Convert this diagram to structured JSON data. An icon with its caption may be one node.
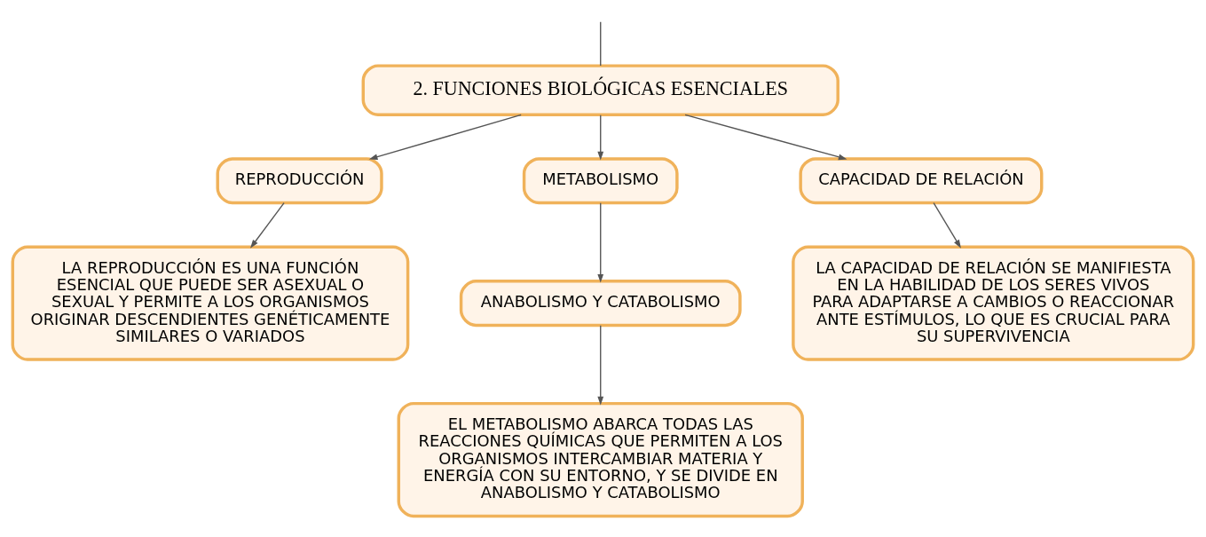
{
  "diagram": {
    "nodes": [
      {
        "text": [
          "2. FUNCIONES BIOLÓGICAS ESENCIALES"
        ]
      },
      {
        "text": [
          "REPRODUCCIÓN"
        ]
      },
      {
        "text": [
          "METABOLISMO"
        ]
      },
      {
        "text": [
          "CAPACIDAD DE RELACIÓN"
        ]
      },
      {
        "text": [
          "LA REPRODUCCIÓN ES UNA FUNCIÓN ESENCIAL QUE PUEDE SER ASEXUAL O SEXUAL Y PERMITE A LOS ORGANISMOS ORIGINAR DESCENDIENTES GENÉTICAMENTE SIMILARES O VARIADOS"
        ]
      },
      {
        "text": [
          "ANABOLISMO Y CATABOLISMO"
        ]
      },
      {
        "text": [
          "EL METABOLISMO ABARCA TODAS LAS REACCIONES QUÍMICAS QUE PERMITEN A LOS ORGANISMOS INTERCAMBIAR MATERIA Y ENERGÍA CON SU ENTORNO, Y SE DIVIDE EN ANABOLISMO Y CATABOLISMO"
        ]
      },
      {
        "text": [
          "LA CAPACIDAD DE RELACIÓN SE MANIFIESTA EN LA HABILIDAD DE LOS SERES VIVOS PARA ADAPTARSE A CAMBIOS O REACCIONAR ANTE ESTÍMULOS, LO QUE ES CRUCIAL PARA SU SUPERVIVENCIA"
        ]
      }
    ],
    "edges": [
      {
        "from": null,
        "to": 0,
        "arrow": "none"
      },
      {
        "from": 0,
        "to": 1,
        "arrow": "to"
      },
      {
        "from": 0,
        "to": 2,
        "arrow": "to"
      },
      {
        "from": 0,
        "to": 3,
        "arrow": "to"
      },
      {
        "from": 1,
        "to": 4,
        "arrow": "to"
      },
      {
        "from": 2,
        "to": 5,
        "arrow": "to"
      },
      {
        "from": 5,
        "to": 6,
        "arrow": "to"
      },
      {
        "from": 3,
        "to": 7,
        "arrow": "to"
      }
    ]
  }
}
